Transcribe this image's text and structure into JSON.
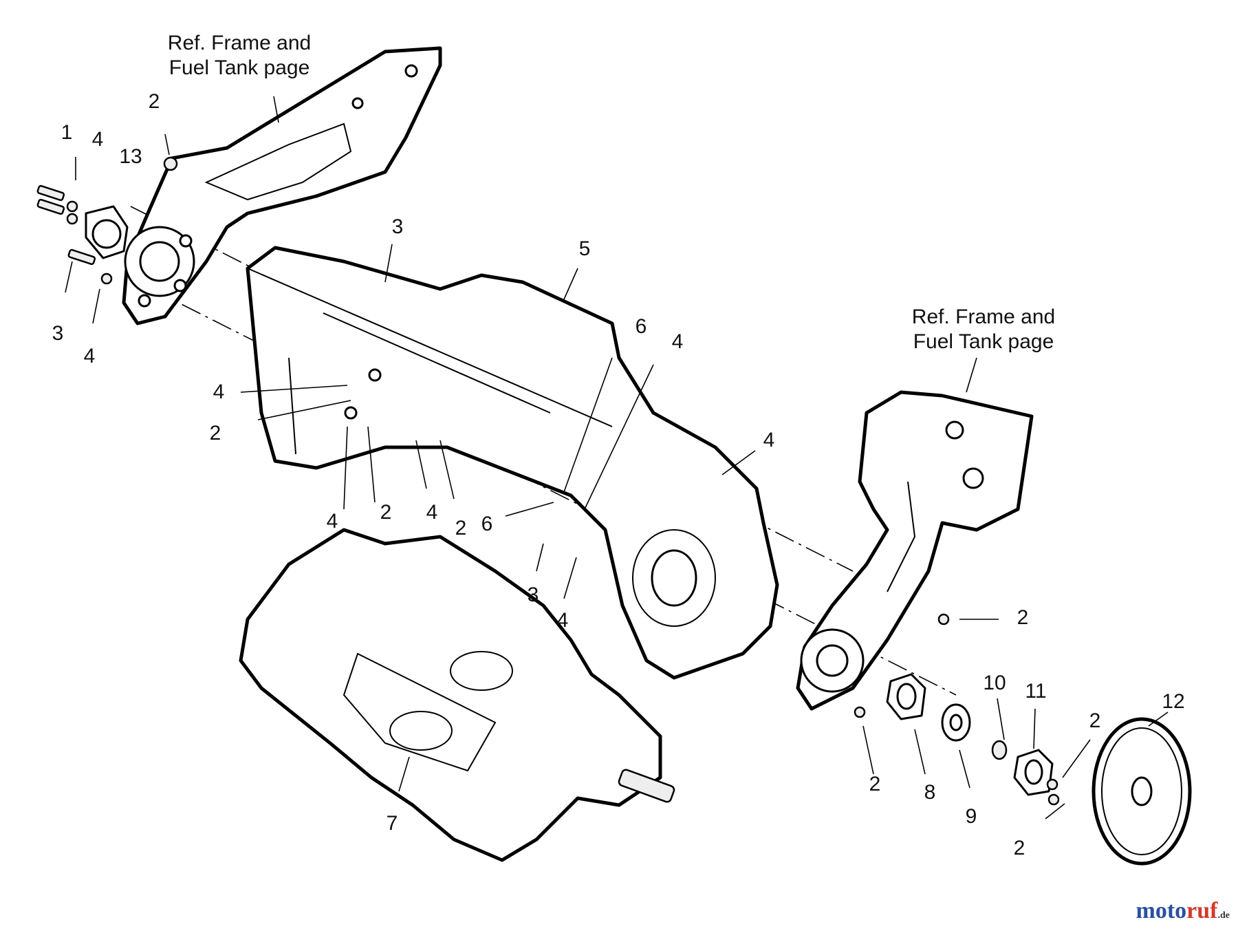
{
  "reference_notes": [
    {
      "id": "ref-left",
      "line1": "Ref. Frame and",
      "line2": "Fuel Tank page"
    },
    {
      "id": "ref-right",
      "line1": "Ref. Frame and",
      "line2": "Fuel Tank page"
    }
  ],
  "callouts": [
    "1",
    "4",
    "13",
    "2",
    "3",
    "4",
    "3",
    "5",
    "4",
    "2",
    "6",
    "4",
    "4",
    "4",
    "2",
    "4",
    "2",
    "6",
    "3",
    "4",
    "2",
    "10",
    "11",
    "12",
    "2",
    "8",
    "9",
    "2",
    "2",
    "7"
  ],
  "watermark": {
    "part1": "moto",
    "part2": "ruf",
    "suffix": ".de"
  }
}
